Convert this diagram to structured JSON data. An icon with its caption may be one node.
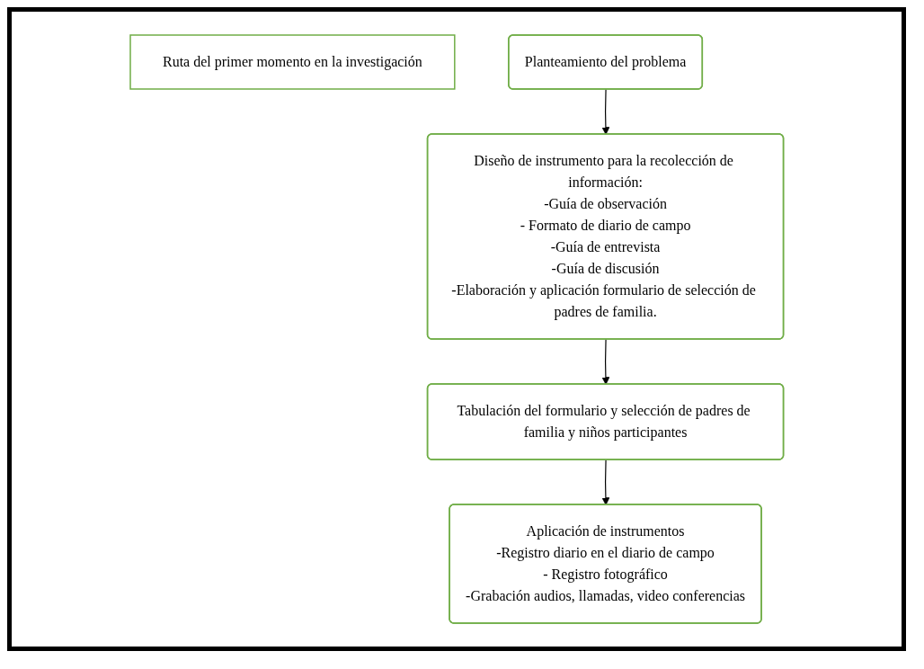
{
  "diagram": {
    "nodes": [
      {
        "text": [
          "Ruta del primer momento en la investigación"
        ]
      },
      {
        "text": [
          "Planteamiento del problema"
        ]
      },
      {
        "text": [
          "Diseño de instrumento para la recolección de información:",
          "-Guía de observación",
          "- Formato de diario de campo",
          "-Guía de entrevista",
          "-Guía de discusión",
          "-Elaboración y aplicación formulario de selección de padres de familia."
        ]
      },
      {
        "text": [
          "Tabulación del formulario y selección de padres de familia y niños participantes"
        ]
      },
      {
        "text": [
          "Aplicación de instrumentos",
          "-Registro diario en el diario de campo",
          "- Registro fotográfico",
          "-Grabación audios, llamadas, video conferencias"
        ]
      }
    ],
    "edges": [
      {
        "from": 1,
        "to": 2,
        "arrow": "to"
      },
      {
        "from": 2,
        "to": 3,
        "arrow": "to"
      },
      {
        "from": 3,
        "to": 4,
        "arrow": "to"
      }
    ]
  }
}
